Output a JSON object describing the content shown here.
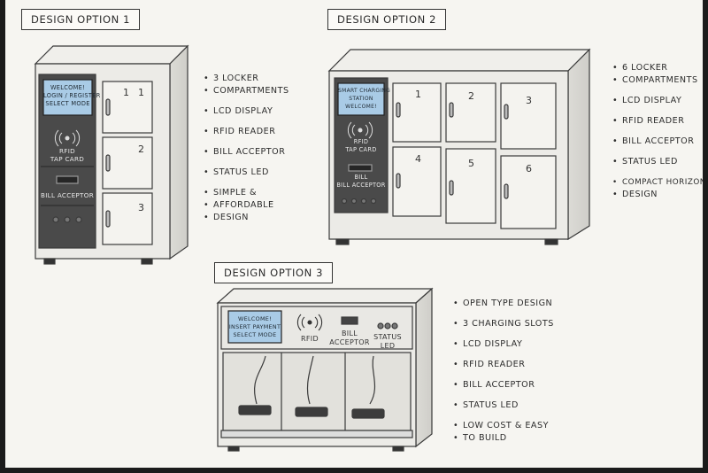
{
  "options": [
    {
      "title": "Design Option 1",
      "screen_lines": [
        "Welcome!",
        "Login / Register",
        "Select Mode"
      ],
      "rfid_label": [
        "RFID",
        "Tap Card"
      ],
      "bill_label": "Bill Acceptor",
      "compartment_numbers": [
        "1",
        "1",
        "2",
        "3"
      ],
      "features": [
        "3 Locker",
        "Compartments",
        "LCD Display",
        "RFID Reader",
        "Bill Acceptor",
        "Status LED",
        "Simple &",
        "Affordable",
        "Design"
      ]
    },
    {
      "title": "Design Option 2",
      "screen_lines": [
        "Smart Charging",
        "Station",
        "Welcome!"
      ],
      "rfid_label": [
        "RFID",
        "Tap Card"
      ],
      "bill_label": [
        "Bill",
        "Bill Acceptor"
      ],
      "compartment_numbers": [
        "1",
        "2",
        "3",
        "4",
        "5",
        "6"
      ],
      "features": [
        "6 Locker",
        "Compartments",
        "LCD Display",
        "RFID Reader",
        "Bill Acceptor",
        "Status LED",
        "Compact Horizontal",
        "Design"
      ]
    },
    {
      "title": "Design Option 3",
      "screen_lines": [
        "Welcome!",
        "Insert Payment",
        "Select Mode"
      ],
      "rfid_label": "RFID",
      "bill_label": [
        "Bill",
        "Acceptor"
      ],
      "led_label": [
        "Status",
        "LED"
      ],
      "features": [
        "Open Type Design",
        "3 Charging Slots",
        "LCD Display",
        "RFID Reader",
        "Bill Acceptor",
        "Status LED",
        "Low Cost & Easy",
        "to Build"
      ]
    }
  ],
  "colors": {
    "cabinet": "#ecebe7",
    "panel": "#4a4a4a",
    "screen": "#a9cbe6",
    "line": "#3a3a3a"
  }
}
